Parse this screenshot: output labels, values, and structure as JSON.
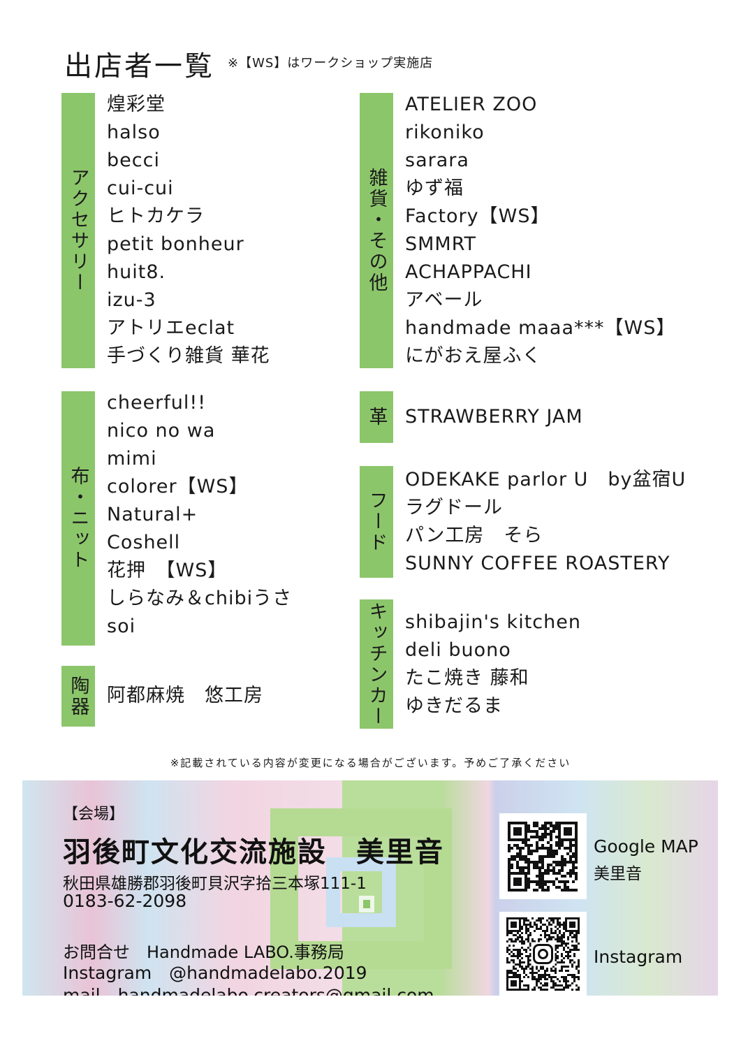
{
  "header": {
    "title": "出店者一覧",
    "note": "※【WS】はワークショップ実施店"
  },
  "colors": {
    "bar": "#8cc66b"
  },
  "sections": {
    "accessory": {
      "label": "アクセサリー",
      "items": [
        "煌彩堂",
        "halso",
        "becci",
        "cui-cui",
        "ヒトカケラ",
        "petit bonheur",
        "huit8.",
        "izu-3",
        "アトリエeclat",
        "手づくり雑貨 華花"
      ]
    },
    "fabric": {
      "label": "布・ニット",
      "items": [
        "cheerful!!",
        "nico no wa",
        "mimi",
        "colorer【WS】",
        "Natural+",
        "Coshell",
        "花押　【WS】",
        "しらなみ＆chibiうさ",
        "soi"
      ]
    },
    "pottery": {
      "label": "陶器",
      "items": [
        "阿都麻焼　悠工房"
      ]
    },
    "goods": {
      "label": "雑貨・その他",
      "items": [
        "ATELIER ZOO",
        "rikoniko",
        "sarara",
        "ゆず福",
        "Factory【WS】",
        "SMMRT",
        "ACHAPPACHI",
        "アベール",
        "handmade maaa***【WS】",
        "にがおえ屋ふく"
      ]
    },
    "leather": {
      "label": "革",
      "items": [
        "STRAWBERRY JAM"
      ]
    },
    "food": {
      "label": "フード",
      "items": [
        "ODEKAKE parlor U　by盆宿U",
        "ラグドール",
        "パン工房　そら",
        "SUNNY COFFEE ROASTERY"
      ]
    },
    "kitchencar": {
      "label": "キッチンカー",
      "items": [
        "shibajin's kitchen",
        "deli buono",
        "たこ焼き 藤和",
        "ゆきだるま"
      ]
    }
  },
  "disclaimer": "※記載されている内容が変更になる場合がございます。予めご了承ください",
  "venue": {
    "tag": "【会場】",
    "name": "羽後町文化交流施設　美里音",
    "address": "秋田県雄勝郡羽後町貝沢字拾三本塚111-1",
    "phone": "0183-62-2098",
    "contact": "お問合せ　Handmade LABO.事務局",
    "instagram": "Instagram　@handmadelabo.2019",
    "mail": "mail　handmadelabo.creators@gmail.com"
  },
  "qr": {
    "map_label1": "Google MAP",
    "map_label2": "美里音",
    "instagram_label": "Instagram"
  }
}
